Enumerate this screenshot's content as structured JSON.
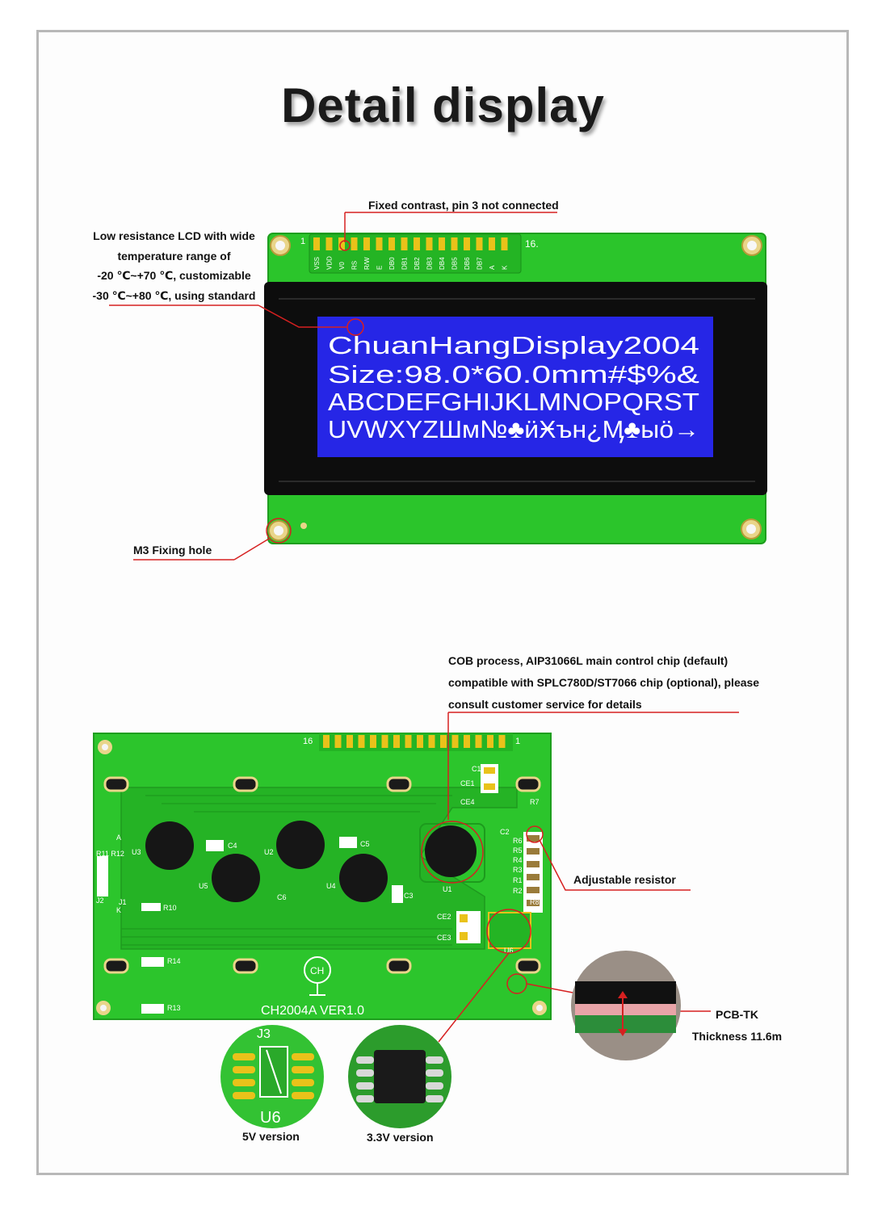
{
  "title": "Detail display",
  "front": {
    "note_contrast": "Fixed contrast, pin 3 not connected",
    "note_lcd_lines": [
      "Low resistance LCD with wide",
      "temperature range of",
      "-20 ℃~+70 ℃, customizable",
      "-30 ℃~+80 ℃, using standard"
    ],
    "note_hole": "M3 Fixing hole",
    "pin_start": "1",
    "pin_end": "16.",
    "pin_labels": [
      "VSS",
      "VDD",
      "V0",
      "RS",
      "R/W",
      "E",
      "DB0",
      "DB1",
      "DB2",
      "DB3",
      "DB4",
      "DB5",
      "DB6",
      "DB7",
      "A",
      "K"
    ],
    "screen_lines": [
      "ChuanHangDisplay2004",
      "Size:98.0*60.0mm#$%&",
      "ABCDEFGHIJKLMNOPQRST",
      "UVWXYZШм№♣ӥӾън¿Ӎ♣ыö→"
    ],
    "colors": {
      "pcb": "#2bc52b",
      "screen": "#2626e6",
      "bezel": "#0d0d0d",
      "callout": "#d62020"
    }
  },
  "back": {
    "note_cob_lines": [
      "COB process, AIP31066L main control chip (default)",
      "compatible with SPLC780D/ST7066 chip (optional), please",
      "consult customer service for details"
    ],
    "note_resistor": "Adjustable resistor",
    "note_pcb_lines": [
      "PCB-TK",
      "Thickness 11.6m"
    ],
    "board_label": "CH2004A  VER1.0",
    "logo_text": "CH",
    "pin_start": "16",
    "pin_end": "1",
    "component_labels": [
      "U3",
      "U2",
      "U5",
      "U4",
      "U1",
      "U6",
      "R14",
      "R13",
      "R10",
      "R11 R12",
      "CE1",
      "CE2",
      "CE3",
      "CE4",
      "C1",
      "C2",
      "C3",
      "C4",
      "C5",
      "C6",
      "R1",
      "R2",
      "R3",
      "R4",
      "R5",
      "R6",
      "R7",
      "R8",
      "J1",
      "J2",
      "J3",
      "A",
      "K"
    ]
  },
  "versions": [
    {
      "label": "5V version",
      "chip_label": "U6",
      "top_label": "J3"
    },
    {
      "label": "3.3V version"
    }
  ]
}
